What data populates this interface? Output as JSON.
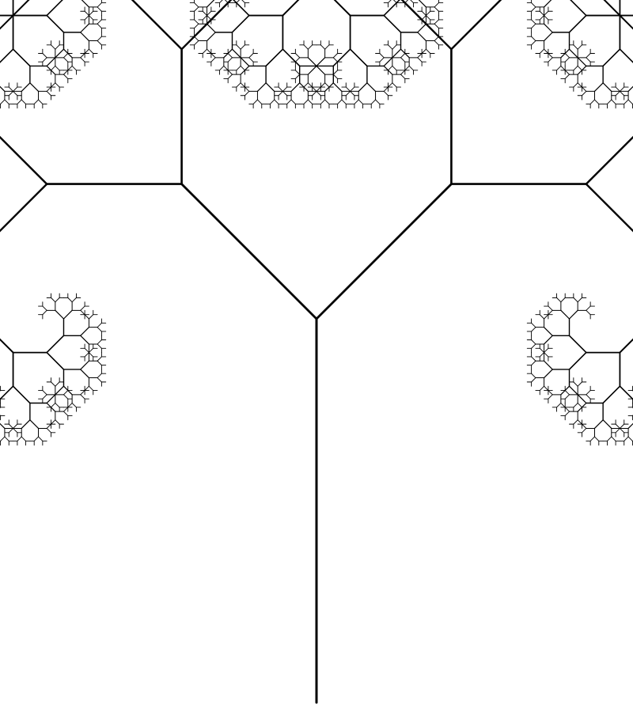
{
  "diagram": {
    "kind": "fractal-tree",
    "branch_angle_degrees": 45,
    "recursion_depth": 12,
    "length_ratio": 0.5,
    "line_color": "#000000",
    "background_color": "#ffffff"
  }
}
